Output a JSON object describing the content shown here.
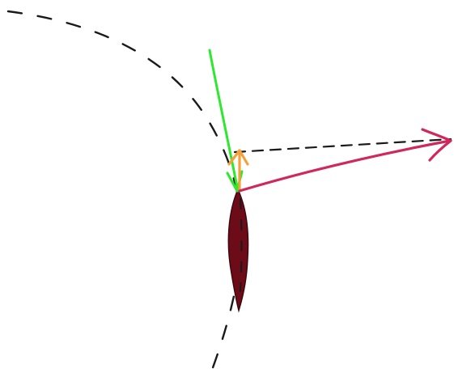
{
  "diagram": {
    "labels": [],
    "elements": [
      {
        "name": "dashed-curved-path",
        "style": "dashed",
        "color": "#1a1a1a"
      },
      {
        "name": "dashed-horizontal-reference-line",
        "style": "dashed",
        "color": "#1a1a1a"
      },
      {
        "name": "green-incoming-vector",
        "color": "#2ee82e"
      },
      {
        "name": "orange-small-arrow",
        "color": "#f4a13a"
      },
      {
        "name": "crimson-outgoing-vector",
        "color": "#d0285c"
      },
      {
        "name": "dark-red-elongated-leaf-shape",
        "color": "#6b0c18"
      }
    ]
  },
  "colors": {
    "background": "#ffffff",
    "dash": "#1a1a1a",
    "green_vector": "#2ee82e",
    "orange_arrow": "#f4a13a",
    "crimson_vector": "#d0285c",
    "leaf_fill": "#6b0c18",
    "leaf_edge": "#3e050c"
  }
}
